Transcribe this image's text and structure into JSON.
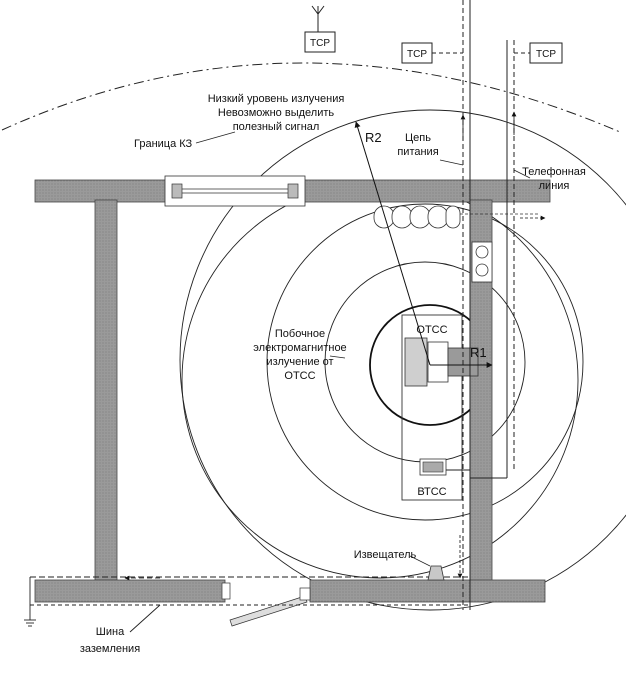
{
  "diagram": {
    "tcp_label": "ТСР",
    "kz_border": "Граница КЗ",
    "low_level_line1": "Низкий уровень излучения",
    "low_level_line2": "Невозможно выделить",
    "low_level_line3": "полезный сигнал",
    "power_line1": "Цепь",
    "power_line2": "питания",
    "phone_line1": "Телефонная",
    "phone_line2": "линия",
    "r2": "R2",
    "r1": "R1",
    "emission_line1": "Побочное",
    "emission_line2": "электромагнитное",
    "emission_line3": "излучение от",
    "emission_line4": "ОТСС",
    "otss": "ОТСС",
    "vtss": "ВТСС",
    "detector": "Извещатель",
    "ground_line1": "Шина",
    "ground_line2": "заземления"
  }
}
